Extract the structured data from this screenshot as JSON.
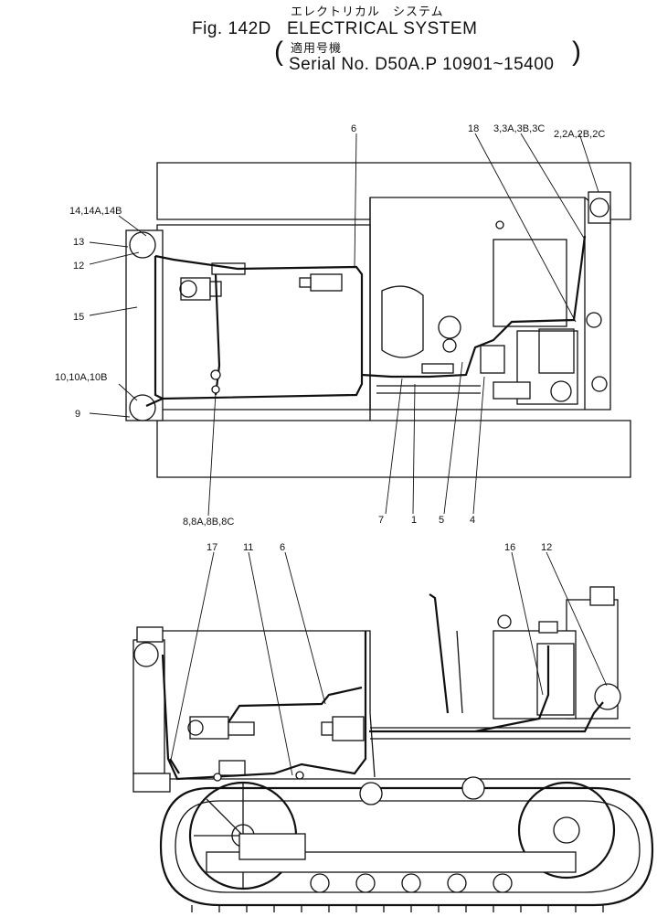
{
  "header": {
    "jp_title": "エレクトリカル　システム",
    "fig_label": "Fig. 142D",
    "title": "ELECTRICAL  SYSTEM",
    "jp_applicable": "適用号機",
    "serial_text": "Serial No. D50A.P 10901~15400",
    "paren_open": "(",
    "paren_close": ")"
  },
  "plan_view_callouts": {
    "c6": "6",
    "c18": "18",
    "c3": "3,3A,3B,3C",
    "c2": "2,2A,2B,2C",
    "c14": "14,14A,14B",
    "c13": "13",
    "c12": "12",
    "c15": "15",
    "c10": "10,10A,10B",
    "c9": "9",
    "c8": "8,8A,8B,8C",
    "c7": "7",
    "c1": "1",
    "c5": "5",
    "c4": "4"
  },
  "side_view_callouts": {
    "c17": "17",
    "c11": "11",
    "c6": "6",
    "c16": "16",
    "c12": "12"
  }
}
